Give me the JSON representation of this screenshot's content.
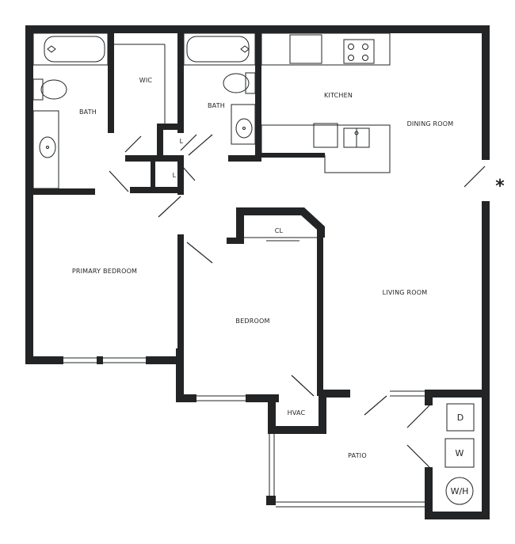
{
  "rooms": {
    "bath_primary": "BATH",
    "wic": "WIC",
    "bath_second": "BATH",
    "kitchen": "KITCHEN",
    "dining_room": "DINING ROOM",
    "primary_bedroom": "PRIMARY BEDROOM",
    "closet": "CL",
    "bedroom": "BEDROOM",
    "living_room": "LIVING ROOM",
    "hvac": "HVAC",
    "patio": "PATIO",
    "linen_1": "L",
    "linen_2": "L"
  },
  "appliances": {
    "dryer": "D",
    "washer": "W",
    "water_heater": "W/H"
  },
  "entry_marker": "*"
}
